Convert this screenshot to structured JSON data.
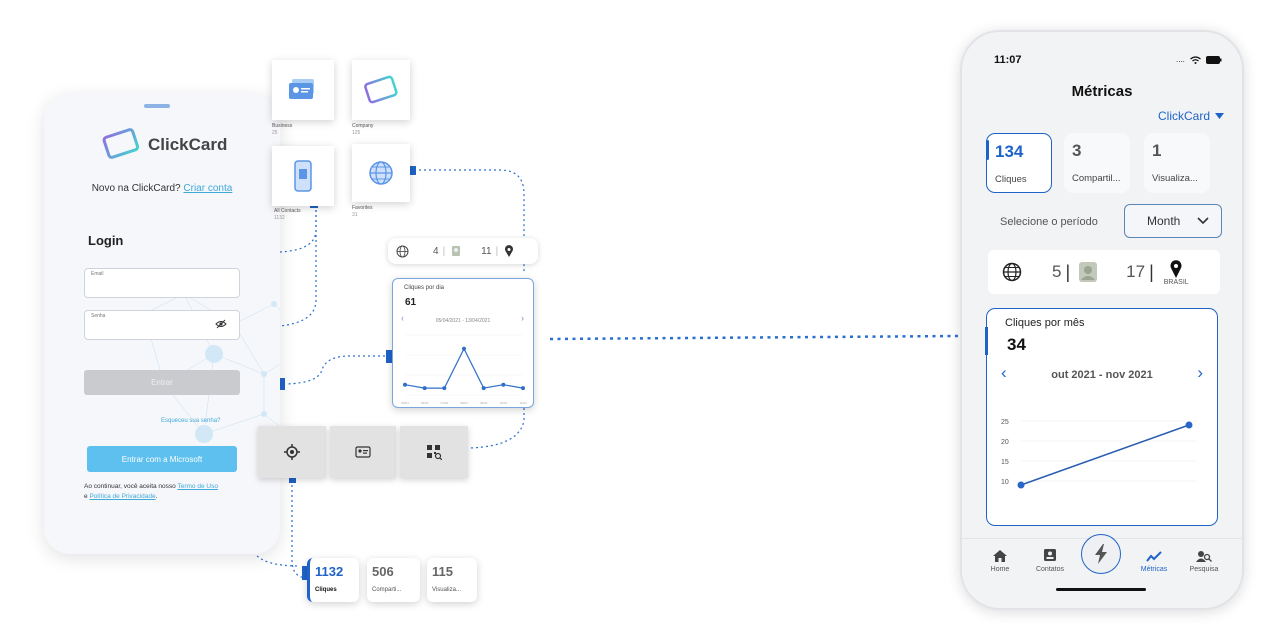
{
  "colors": {
    "accent": "#1f63c8",
    "link": "#3fa9d8",
    "microsoft_button": "#5ec0ef"
  },
  "login_screen": {
    "brand_name": "ClickCard",
    "signup_prompt": "Novo na ClickCard?",
    "signup_link": "Criar conta",
    "title": "Login",
    "email_label": "Email",
    "password_label": "Senha",
    "enter_button": "Entrar",
    "forgot_link": "Esqueceu sua senha?",
    "microsoft_button": "Entrar com a Microsoft",
    "terms_prefix": "Ao continuar, você aceita nosso",
    "terms_link": "Termo de Uso",
    "terms_and": "e",
    "privacy_link": "Política de Privacidade",
    "terms_end": "."
  },
  "tiles": [
    {
      "icon": "id-card-icon",
      "label": "Business",
      "count": "25"
    },
    {
      "icon": "card-outline-icon",
      "label": "Company",
      "count": "125"
    },
    {
      "icon": "phone-contacts-icon",
      "label": "All Contacts",
      "count": "1132"
    },
    {
      "icon": "globe-icon",
      "label": "Favorites",
      "count": "31"
    }
  ],
  "small_stats": {
    "web": "4",
    "contacts": "11"
  },
  "day_chart": {
    "title": "Cliques por dia",
    "number": "61",
    "range": "05/04/2021 - 13/04/2021"
  },
  "action_tiles": [
    "locate-icon",
    "contact-card-icon",
    "qr-scan-icon"
  ],
  "mini_metrics": [
    {
      "value": "1132",
      "label": "Cliques"
    },
    {
      "value": "506",
      "label": "Comparti..."
    },
    {
      "value": "115",
      "label": "Visualiza..."
    }
  ],
  "metrics_screen": {
    "time": "11:07",
    "title": "Métricas",
    "company": "ClickCard",
    "metrics": [
      {
        "value": "134",
        "label": "Cliques"
      },
      {
        "value": "3",
        "label": "Compartil..."
      },
      {
        "value": "1",
        "label": "Visualiza..."
      }
    ],
    "period_label": "Selecione o período",
    "period_value": "Month",
    "stats": {
      "web": "5",
      "contacts": "17",
      "location_label": "BRASIL"
    },
    "tabs": [
      {
        "label": "Home",
        "icon": "home-icon"
      },
      {
        "label": "Contatos",
        "icon": "contacts-icon"
      },
      {
        "label": "Métricas",
        "icon": "trend-icon"
      },
      {
        "label": "Pesquisa",
        "icon": "people-search-icon"
      }
    ]
  },
  "chart_data": [
    {
      "type": "line",
      "title": "Cliques por dia",
      "x": [
        "05/04",
        "06/04",
        "07/04",
        "08/04",
        "09/04",
        "10/04",
        "11/04"
      ],
      "y": [
        6,
        4,
        4,
        27,
        4,
        6,
        4
      ],
      "ylim": [
        0,
        35
      ]
    },
    {
      "type": "line",
      "title": "Cliques por mês",
      "total": "34",
      "range": "out 2021 - nov 2021",
      "x": [
        "out 2021",
        "nov 2021"
      ],
      "y": [
        9,
        24
      ],
      "yticks": [
        10,
        15,
        20,
        25
      ],
      "ylim": [
        5,
        27
      ]
    }
  ]
}
